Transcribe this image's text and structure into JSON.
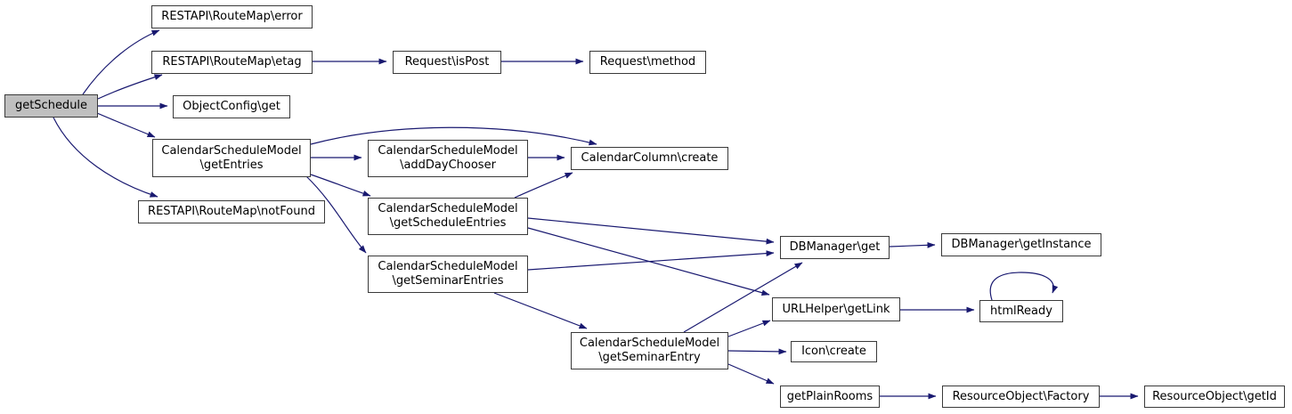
{
  "diagram": {
    "kind": "call-graph",
    "root_function": "getSchedule",
    "colors": {
      "edge": "#191970",
      "node_fill": "#ffffff",
      "node_border": "#3a3a3a",
      "root_node_fill": "#bfbfbf",
      "background": "#ffffff"
    }
  },
  "nodes": [
    {
      "id": "getschedule",
      "lines": [
        "getSchedule"
      ],
      "root": true
    },
    {
      "id": "routemap-error",
      "lines": [
        "RESTAPI\\RouteMap\\error"
      ]
    },
    {
      "id": "routemap-etag",
      "lines": [
        "RESTAPI\\RouteMap\\etag"
      ]
    },
    {
      "id": "request-ispost",
      "lines": [
        "Request\\isPost"
      ]
    },
    {
      "id": "request-method",
      "lines": [
        "Request\\method"
      ]
    },
    {
      "id": "objectconfig-get",
      "lines": [
        "ObjectConfig\\get"
      ]
    },
    {
      "id": "getentries",
      "lines": [
        "CalendarScheduleModel",
        "\\getEntries"
      ]
    },
    {
      "id": "routemap-notfound",
      "lines": [
        "RESTAPI\\RouteMap\\notFound"
      ]
    },
    {
      "id": "adddaychooser",
      "lines": [
        "CalendarScheduleModel",
        "\\addDayChooser"
      ]
    },
    {
      "id": "calendarcolumn-create",
      "lines": [
        "CalendarColumn\\create"
      ]
    },
    {
      "id": "getscheduleentries",
      "lines": [
        "CalendarScheduleModel",
        "\\getScheduleEntries"
      ]
    },
    {
      "id": "getseminarentries",
      "lines": [
        "CalendarScheduleModel",
        "\\getSeminarEntries"
      ]
    },
    {
      "id": "getseminarentry",
      "lines": [
        "CalendarScheduleModel",
        "\\getSeminarEntry"
      ]
    },
    {
      "id": "dbmanager-get",
      "lines": [
        "DBManager\\get"
      ]
    },
    {
      "id": "dbmanager-getinstance",
      "lines": [
        "DBManager\\getInstance"
      ]
    },
    {
      "id": "urlhelper-getlink",
      "lines": [
        "URLHelper\\getLink"
      ]
    },
    {
      "id": "htmlready",
      "lines": [
        "htmlReady"
      ]
    },
    {
      "id": "icon-create",
      "lines": [
        "Icon\\create"
      ]
    },
    {
      "id": "getplainrooms",
      "lines": [
        "getPlainRooms"
      ]
    },
    {
      "id": "resourceobject-factory",
      "lines": [
        "ResourceObject\\Factory"
      ]
    },
    {
      "id": "resourceobject-getid",
      "lines": [
        "ResourceObject\\getId"
      ]
    }
  ],
  "edges": [
    {
      "from": "getSchedule",
      "to": "RESTAPI\\RouteMap\\error"
    },
    {
      "from": "getSchedule",
      "to": "RESTAPI\\RouteMap\\etag"
    },
    {
      "from": "getSchedule",
      "to": "ObjectConfig\\get"
    },
    {
      "from": "getSchedule",
      "to": "CalendarScheduleModel\\getEntries"
    },
    {
      "from": "getSchedule",
      "to": "RESTAPI\\RouteMap\\notFound"
    },
    {
      "from": "RESTAPI\\RouteMap\\etag",
      "to": "Request\\isPost"
    },
    {
      "from": "Request\\isPost",
      "to": "Request\\method"
    },
    {
      "from": "CalendarScheduleModel\\getEntries",
      "to": "CalendarScheduleModel\\addDayChooser"
    },
    {
      "from": "CalendarScheduleModel\\getEntries",
      "to": "CalendarColumn\\create"
    },
    {
      "from": "CalendarScheduleModel\\getEntries",
      "to": "CalendarScheduleModel\\getScheduleEntries"
    },
    {
      "from": "CalendarScheduleModel\\getEntries",
      "to": "CalendarScheduleModel\\getSeminarEntries"
    },
    {
      "from": "CalendarScheduleModel\\addDayChooser",
      "to": "CalendarColumn\\create"
    },
    {
      "from": "CalendarScheduleModel\\getScheduleEntries",
      "to": "CalendarColumn\\create"
    },
    {
      "from": "CalendarScheduleModel\\getScheduleEntries",
      "to": "DBManager\\get"
    },
    {
      "from": "CalendarScheduleModel\\getScheduleEntries",
      "to": "URLHelper\\getLink"
    },
    {
      "from": "CalendarScheduleModel\\getSeminarEntries",
      "to": "DBManager\\get"
    },
    {
      "from": "CalendarScheduleModel\\getSeminarEntries",
      "to": "CalendarScheduleModel\\getSeminarEntry"
    },
    {
      "from": "CalendarScheduleModel\\getSeminarEntry",
      "to": "DBManager\\get"
    },
    {
      "from": "CalendarScheduleModel\\getSeminarEntry",
      "to": "URLHelper\\getLink"
    },
    {
      "from": "CalendarScheduleModel\\getSeminarEntry",
      "to": "Icon\\create"
    },
    {
      "from": "CalendarScheduleModel\\getSeminarEntry",
      "to": "getPlainRooms"
    },
    {
      "from": "DBManager\\get",
      "to": "DBManager\\getInstance"
    },
    {
      "from": "URLHelper\\getLink",
      "to": "htmlReady"
    },
    {
      "from": "htmlReady",
      "to": "htmlReady"
    },
    {
      "from": "getPlainRooms",
      "to": "ResourceObject\\Factory"
    },
    {
      "from": "ResourceObject\\Factory",
      "to": "ResourceObject\\getId"
    }
  ]
}
